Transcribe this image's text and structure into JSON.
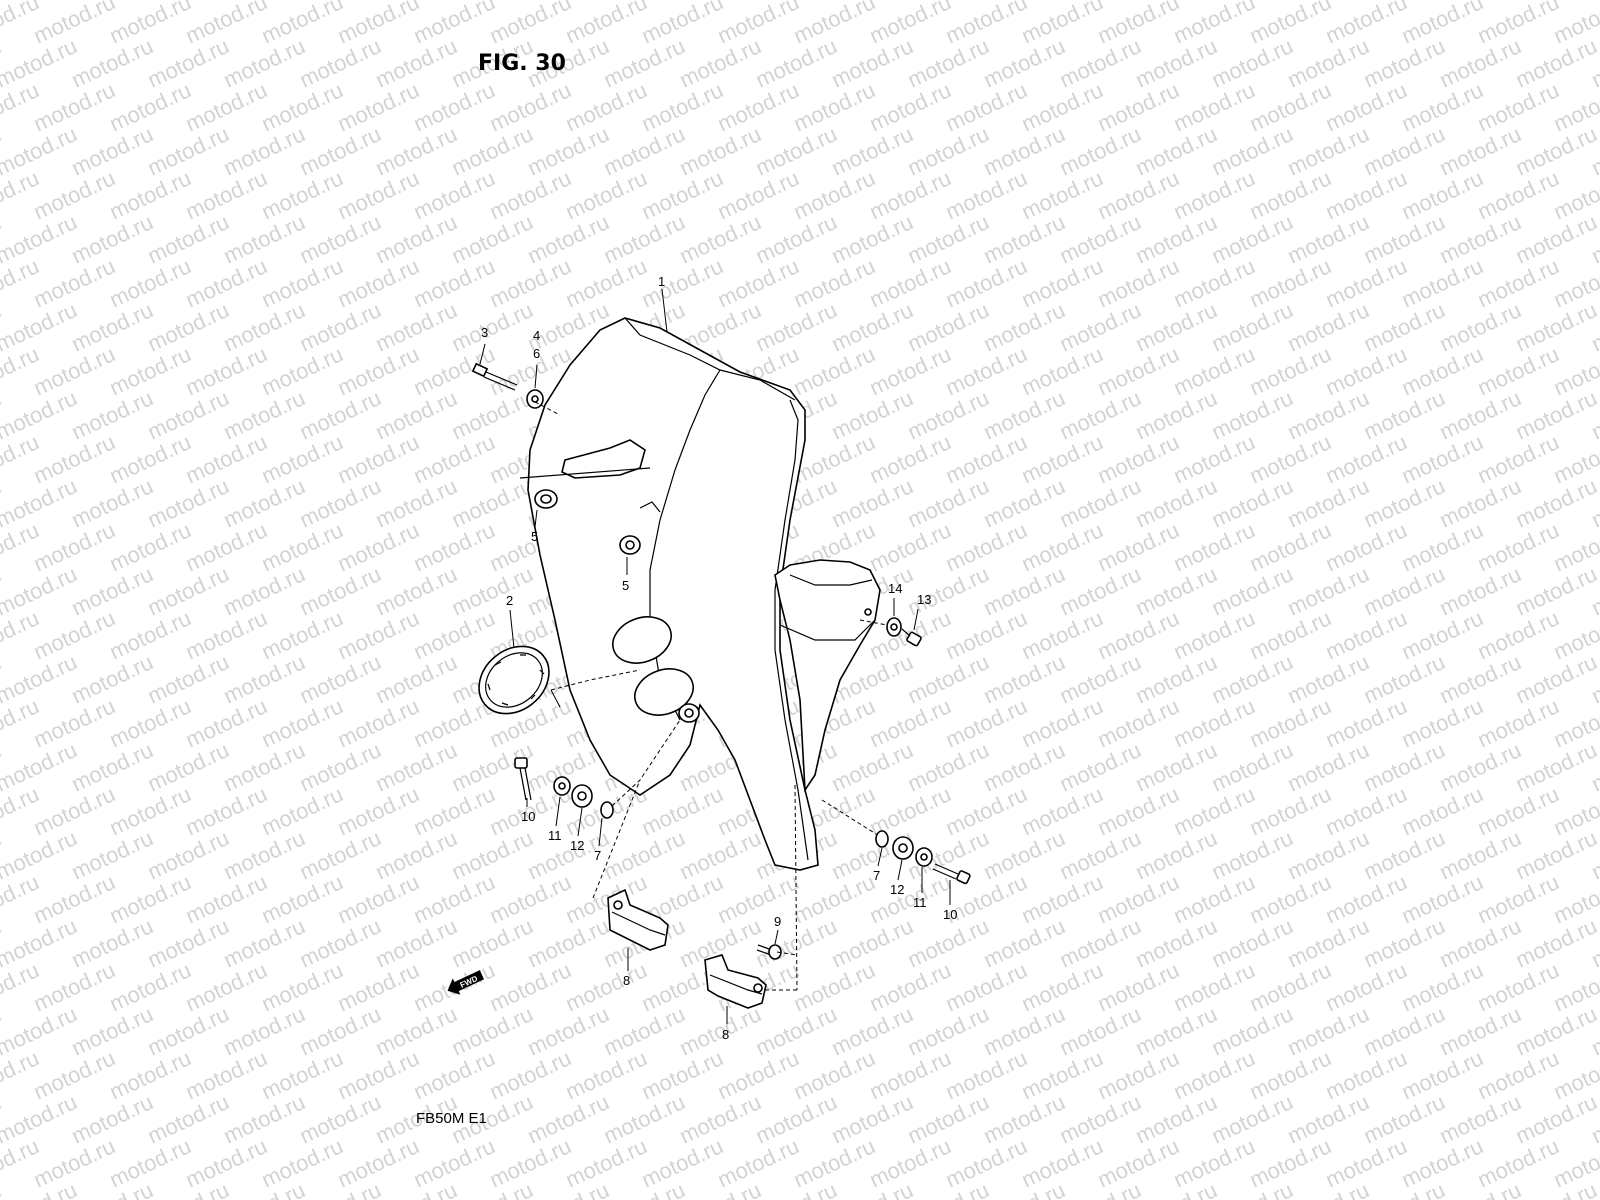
{
  "diagram": {
    "title": "FIG. 30",
    "model_code": "FB50M E1",
    "watermark": "motod.ru",
    "fwd_arrow_label": "FWD",
    "callouts": {
      "c1": "1",
      "c2": "2",
      "c3": "3",
      "c4": "4",
      "c6": "6",
      "c5a": "5",
      "c5b": "5",
      "c14": "14",
      "c13": "13",
      "c10a": "10",
      "c11a": "11",
      "c12a": "12",
      "c7a": "7",
      "c7b": "7",
      "c12b": "12",
      "c11b": "11",
      "c10b": "10",
      "c9": "9",
      "c8a": "8",
      "c8b": "8"
    }
  }
}
